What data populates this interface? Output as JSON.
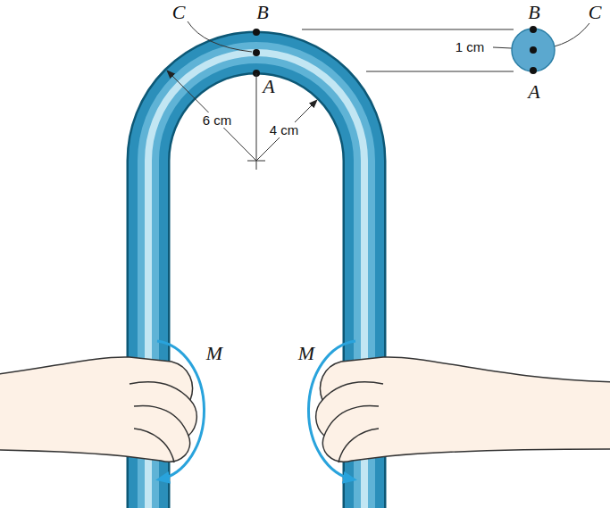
{
  "diagram": {
    "labels": [
      "C",
      "B",
      "A",
      "6 cm",
      "4 cm",
      "1 cm",
      "B",
      "C",
      "A",
      "M",
      "M"
    ]
  }
}
